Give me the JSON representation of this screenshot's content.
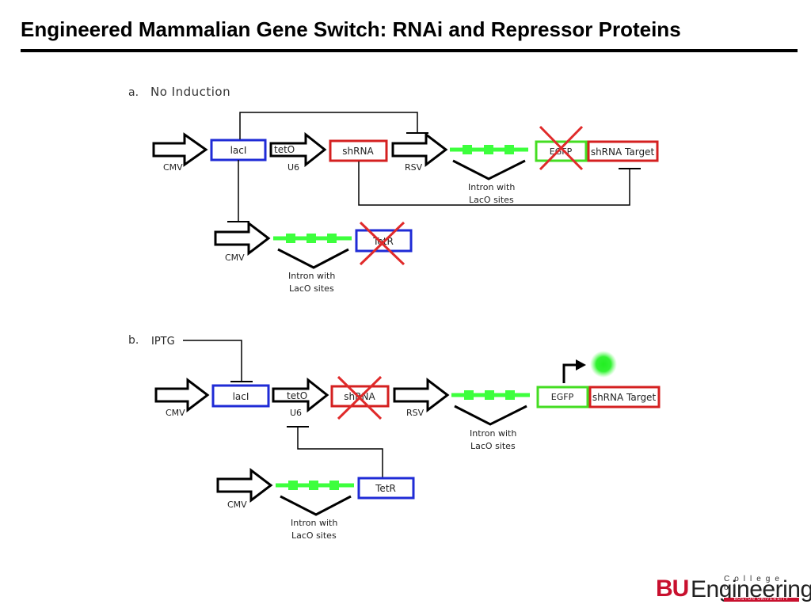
{
  "slide": {
    "title": "Engineered Mammalian Gene Switch: RNAi and Repressor Proteins"
  },
  "panel_a": {
    "label": "a.",
    "title": "No Induction",
    "cmv_top": "CMV",
    "laci": "lacI",
    "teto": "tetO",
    "u6": "U6",
    "shrna": "shRNA",
    "rsv": "RSV",
    "egfp": "EGFP",
    "shrna_target": "shRNA Target",
    "intron_top_line1": "Intron with",
    "intron_top_line2": "LacO sites",
    "cmv_bottom": "CMV",
    "tetr": "TetR",
    "intron_bottom_line1": "Intron with",
    "intron_bottom_line2": "LacO sites"
  },
  "panel_b": {
    "label": "b.",
    "inducer": "IPTG",
    "cmv_top": "CMV",
    "laci": "lacI",
    "teto": "tetO",
    "u6": "U6",
    "shrna": "shRNA",
    "rsv": "RSV",
    "egfp": "EGFP",
    "shrna_target": "shRNA Target",
    "intron_top_line1": "Intron with",
    "intron_top_line2": "LacO sites",
    "cmv_bottom": "CMV",
    "tetr": "TetR",
    "intron_bottom_line1": "Intron with",
    "intron_bottom_line2": "LacO sites"
  },
  "logo": {
    "bu": "BU",
    "engineering": "Engineering",
    "college_of": "College of",
    "university": "BOSTON UNIVERSITY"
  },
  "colors": {
    "laci": "#1f2bd6",
    "shrna": "#d42020",
    "egfp": "#44dd22",
    "intron": "#3dff3d",
    "cross": "#e02a2a"
  }
}
